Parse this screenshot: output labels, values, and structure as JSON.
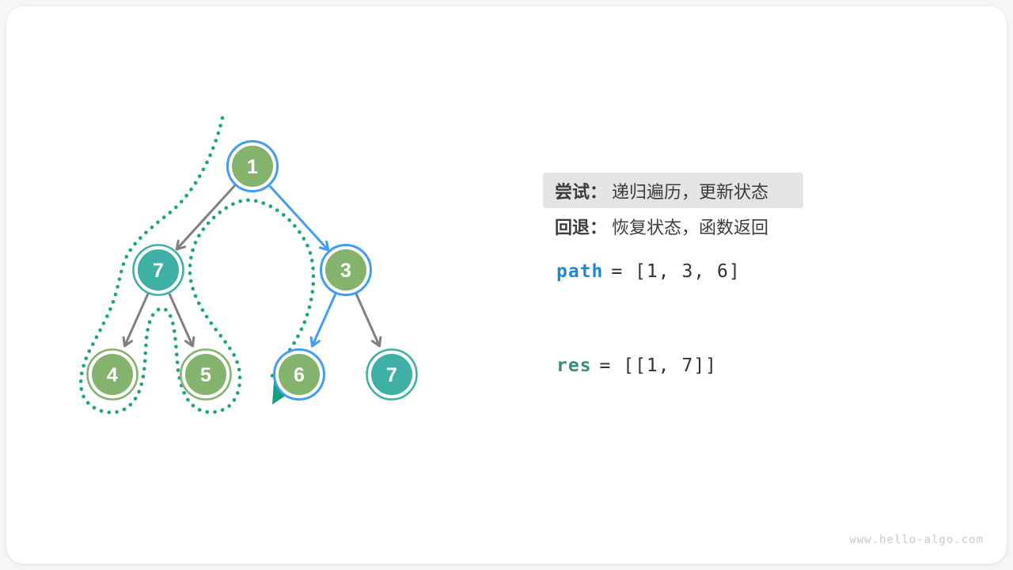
{
  "colors": {
    "node_green_fill": "#83b36d",
    "node_teal_fill": "#3fb0a6",
    "ring_blue": "#3f9ef3",
    "ring_green": "#83b36d",
    "ring_teal": "#3fb0a6",
    "edge_gray": "#808080",
    "edge_blue": "#3f9ef3",
    "trace_dot_green": "#18a77d",
    "highlight_bg": "#e4e4e4",
    "text_dark": "#3c3c3c",
    "code_keyword_blue": "#1e88d2",
    "code_keyword_teal": "#358d7e",
    "watermark_gray": "#c9c9c9",
    "card_bg": "#ffffff"
  },
  "tree": {
    "nodes": [
      {
        "value": "1",
        "state": "on-current-path-blue-ring"
      },
      {
        "value": "7",
        "state": "teal-match-node"
      },
      {
        "value": "3",
        "state": "on-current-path-blue-ring"
      },
      {
        "value": "4",
        "state": "visited-green-ring"
      },
      {
        "value": "5",
        "state": "visited-green-ring"
      },
      {
        "value": "6",
        "state": "on-current-path-blue-ring"
      },
      {
        "value": "7",
        "state": "teal-match-node"
      }
    ],
    "edges": [
      {
        "from": "1",
        "to": "7-left",
        "style": "gray"
      },
      {
        "from": "1",
        "to": "3",
        "style": "blue"
      },
      {
        "from": "7-left",
        "to": "4",
        "style": "gray"
      },
      {
        "from": "7-left",
        "to": "5",
        "style": "gray"
      },
      {
        "from": "3",
        "to": "6",
        "style": "blue"
      },
      {
        "from": "3",
        "to": "7-right",
        "style": "gray"
      }
    ],
    "trace": "dotted green backtracking trace: starts above root, loops around left subtree (7, 4, 5), rises below root, descends to node 6 ending in solid arrowhead"
  },
  "panel": {
    "try_label": "尝试：",
    "try_text": "递归遍历，更新状态",
    "back_label": "回退：",
    "back_text": "恢复状态，函数返回",
    "path_var": "path",
    "path_rest": "= [1, 3, 6]",
    "res_var": "res",
    "res_rest": "= [[1, 7]]"
  },
  "watermark": "www.hello-algo.com"
}
